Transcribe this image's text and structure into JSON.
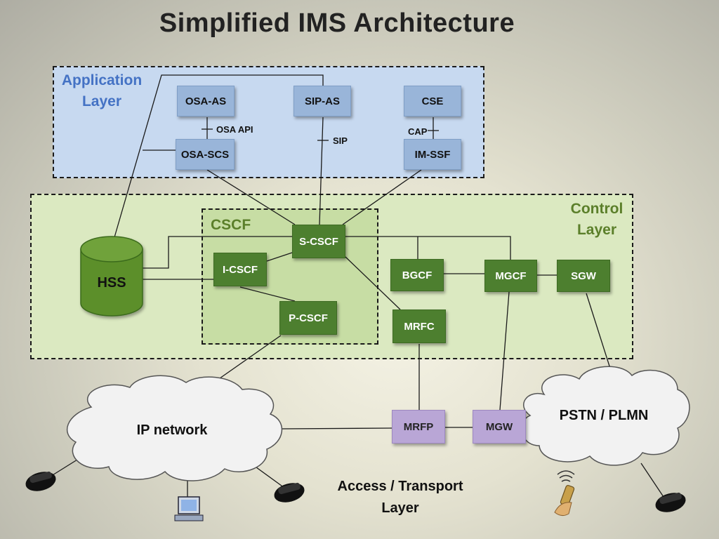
{
  "title": "Simplified  IMS  Architecture",
  "layers": {
    "application": "Application Layer",
    "control": "Control Layer",
    "cscf": "CSCF",
    "access": "Access / Transport Layer"
  },
  "nodes": {
    "osa_as": "OSA-AS",
    "sip_as": "SIP-AS",
    "cse": "CSE",
    "osa_scs": "OSA-SCS",
    "im_ssf": "IM-SSF",
    "s_cscf": "S-CSCF",
    "i_cscf": "I-CSCF",
    "p_cscf": "P-CSCF",
    "hss": "HSS",
    "bgcf": "BGCF",
    "mgcf": "MGCF",
    "sgw": "SGW",
    "mrfc": "MRFC",
    "mrfp": "MRFP",
    "mgw": "MGW",
    "ip_network": "IP network",
    "pstn_plmn": "PSTN / PLMN"
  },
  "link_labels": {
    "osa_api": "OSA API",
    "sip": "SIP",
    "cap": "CAP"
  },
  "colors": {
    "app_layer": "#c7d9f0",
    "control_layer": "#dbe9c1",
    "cscf_zone": "#c7dda4",
    "node_blue": "#99b5d9",
    "node_green": "#4d7f2f",
    "node_purple": "#b9a6d6",
    "label_blue": "#4472c4",
    "label_green": "#5b7f2a"
  },
  "icons": [
    "telephone-icon",
    "computer-icon",
    "mobile-phone-icon"
  ]
}
